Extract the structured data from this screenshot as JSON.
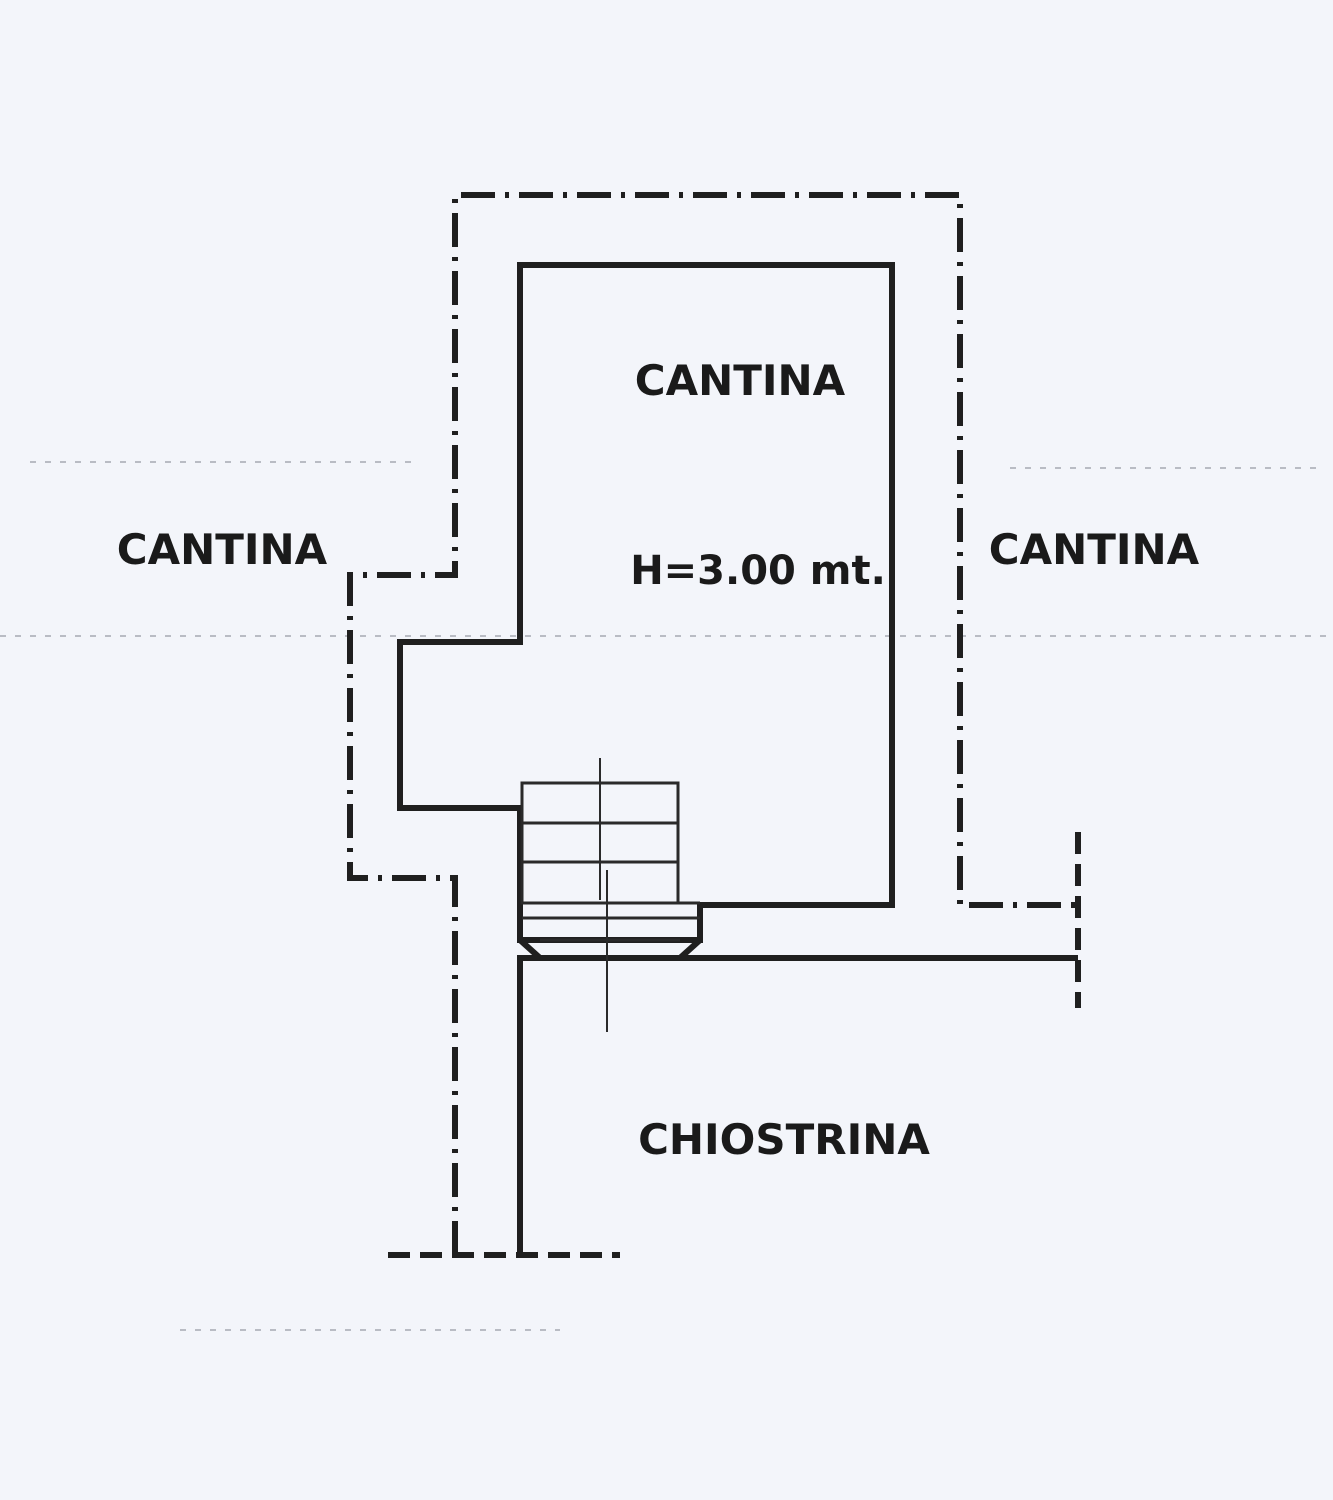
{
  "plan": {
    "rooms": {
      "cantina_top": "CANTINA",
      "cantina_left": "CANTINA",
      "cantina_right": "CANTINA",
      "chiostrina": "CHIOSTRINA"
    },
    "height_label": "H=3.00 mt."
  },
  "colors": {
    "background": "#f3f5fa",
    "ink": "#1f1f1f"
  },
  "icons": {
    "stairs": "stairs-icon"
  }
}
